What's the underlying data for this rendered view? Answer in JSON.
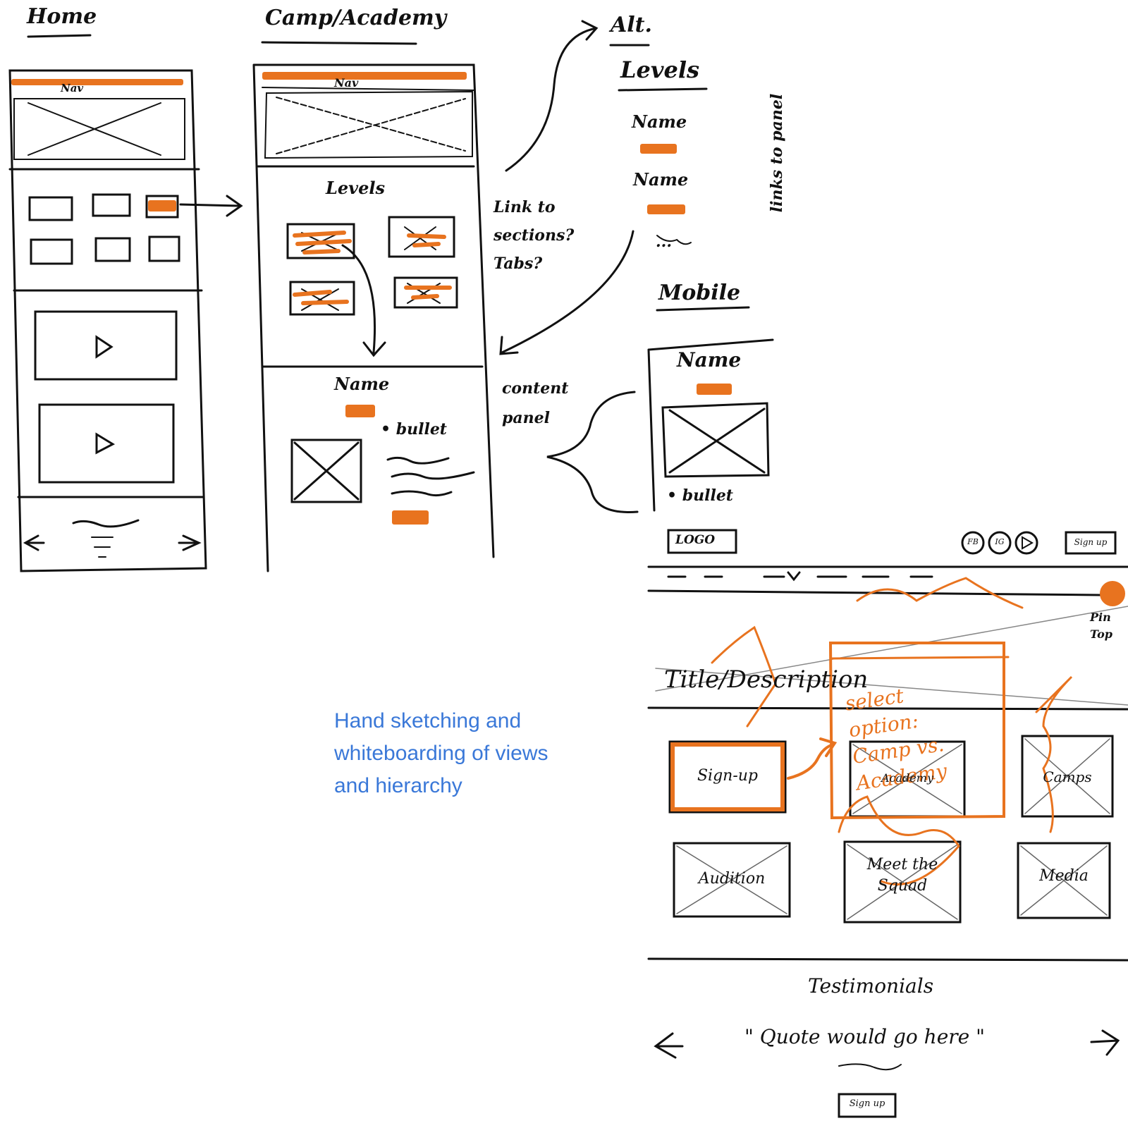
{
  "colors": {
    "sketch_ink": "#111111",
    "highlight": "#e8731f",
    "caption": "#3a78d8"
  },
  "home": {
    "title": "Home",
    "nav_label": "Nav"
  },
  "camp_academy": {
    "title": "Camp/Academy",
    "nav_label": "Nav",
    "levels_label": "Levels",
    "name_label": "Name",
    "bullet_label": "• bullet"
  },
  "annotations": {
    "link_to_sections": "Link to sections? Tabs?",
    "content_panel": "content panel",
    "links_to_panel": "links to panel"
  },
  "alt": {
    "title": "Alt.",
    "levels_label": "Levels",
    "names": [
      "Name",
      "Name"
    ],
    "ellipsis": "..."
  },
  "mobile": {
    "title": "Mobile",
    "name_label": "Name",
    "bullet_label": "• bullet"
  },
  "desktop": {
    "logo": "LOGO",
    "social_icons": [
      "FB",
      "IG",
      "YT"
    ],
    "signup_button": "Sign up",
    "pin_top": "Pin Top",
    "title_description": "Title/Description",
    "select_option_note": "select option: Camp vs. Academy",
    "cards_row1": [
      "Sign-up",
      "Academy",
      "Camps"
    ],
    "cards_row2": [
      "Audition",
      "Meet the Squad",
      "Media"
    ],
    "testimonials_label": "Testimonials",
    "quote": "\" Quote would go here \"",
    "signup_bottom": "Sign up"
  },
  "caption": "Hand sketching and whiteboarding of views and hierarchy"
}
